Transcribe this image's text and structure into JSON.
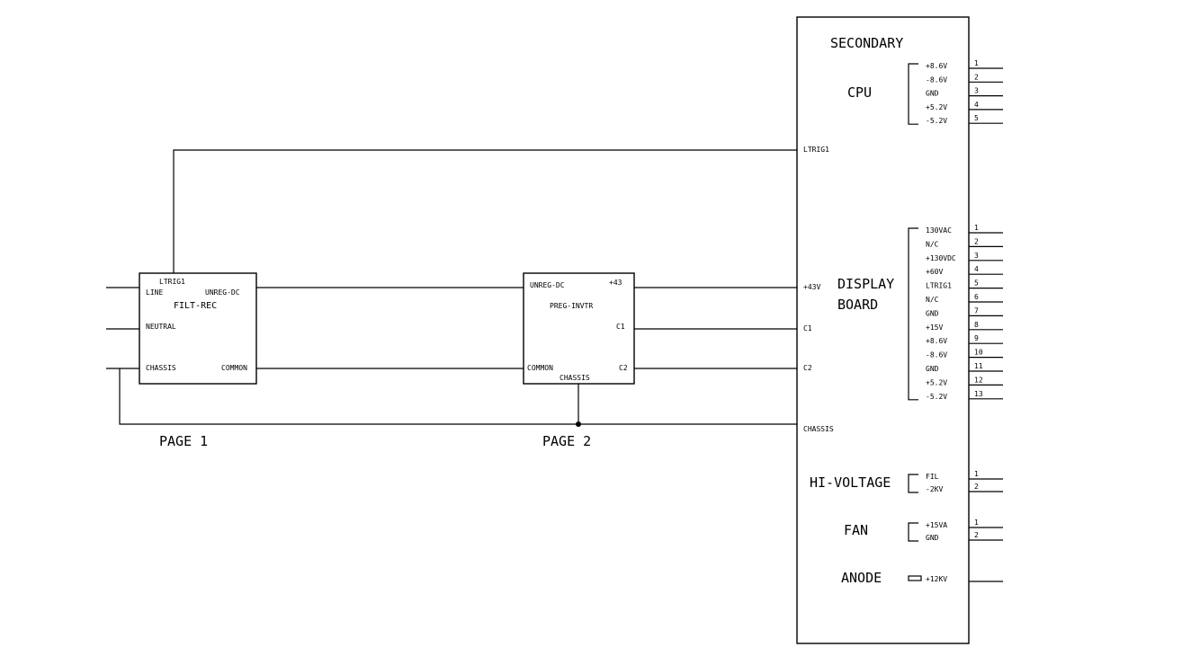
{
  "filt_rec": {
    "title": "FILT-REC",
    "ltrig": "LTRIG1",
    "line": "LINE",
    "unreg_dc": "UNREG-DC",
    "neutral": "NEUTRAL",
    "chassis": "CHASSIS",
    "common": "COMMON"
  },
  "preg_invtr": {
    "title": "PREG-INVTR",
    "unreg_dc": "UNREG-DC",
    "plus43": "+43",
    "c1": "C1",
    "c2": "C2",
    "common": "COMMON",
    "chassis": "CHASSIS"
  },
  "page_labels": [
    "PAGE 1",
    "PAGE 2"
  ],
  "secondary": {
    "title": "SECONDARY",
    "inputs": {
      "ltrig": "LTRIG1",
      "plus43v": "+43V",
      "c1": "C1",
      "c2": "C2",
      "chassis": "CHASSIS"
    },
    "groups": [
      {
        "name_lines": [
          "CPU"
        ],
        "pins": [
          {
            "num": "1",
            "signal": "+8.6V"
          },
          {
            "num": "2",
            "signal": "-8.6V"
          },
          {
            "num": "3",
            "signal": "GND"
          },
          {
            "num": "4",
            "signal": "+5.2V"
          },
          {
            "num": "5",
            "signal": "-5.2V"
          }
        ]
      },
      {
        "name_lines": [
          "DISPLAY",
          "BOARD"
        ],
        "pins": [
          {
            "num": "1",
            "signal": "130VAC"
          },
          {
            "num": "2",
            "signal": "N/C"
          },
          {
            "num": "3",
            "signal": "+130VDC"
          },
          {
            "num": "4",
            "signal": "+60V"
          },
          {
            "num": "5",
            "signal": "LTRIG1"
          },
          {
            "num": "6",
            "signal": "N/C"
          },
          {
            "num": "7",
            "signal": "GND"
          },
          {
            "num": "8",
            "signal": "+15V"
          },
          {
            "num": "9",
            "signal": "+8.6V"
          },
          {
            "num": "10",
            "signal": "-8.6V"
          },
          {
            "num": "11",
            "signal": "GND"
          },
          {
            "num": "12",
            "signal": "+5.2V"
          },
          {
            "num": "13",
            "signal": "-5.2V"
          }
        ]
      },
      {
        "name_lines": [
          "HI-VOLTAGE"
        ],
        "pins": [
          {
            "num": "1",
            "signal": "FIL"
          },
          {
            "num": "2",
            "signal": "-2KV"
          }
        ]
      },
      {
        "name_lines": [
          "FAN"
        ],
        "pins": [
          {
            "num": "1",
            "signal": "+15VA"
          },
          {
            "num": "2",
            "signal": "GND"
          }
        ]
      },
      {
        "name_lines": [
          "ANODE"
        ],
        "pins": [
          {
            "num": "",
            "signal": "+12KV"
          }
        ]
      }
    ]
  }
}
